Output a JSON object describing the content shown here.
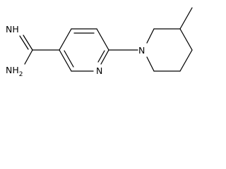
{
  "molecule": {
    "atoms": {
      "imine": "NH",
      "amine": "NH",
      "amine_subscript": "2",
      "pyridine_n": "N",
      "piperidine_n": "N"
    },
    "colors": {
      "bond": "#000000",
      "text": "#000000",
      "background": "#ffffff"
    }
  }
}
